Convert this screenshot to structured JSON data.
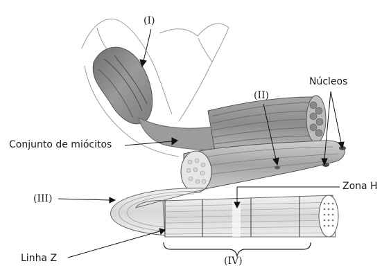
{
  "labels": {
    "part_i": "(I)",
    "part_ii": "(II)",
    "part_iii": "(III)",
    "part_iv": "(IV)",
    "nucleos": "Núcleos",
    "conjunto": "Conjunto de miócitos",
    "zona_h": "Zona H",
    "linha_z": "Linha Z"
  }
}
